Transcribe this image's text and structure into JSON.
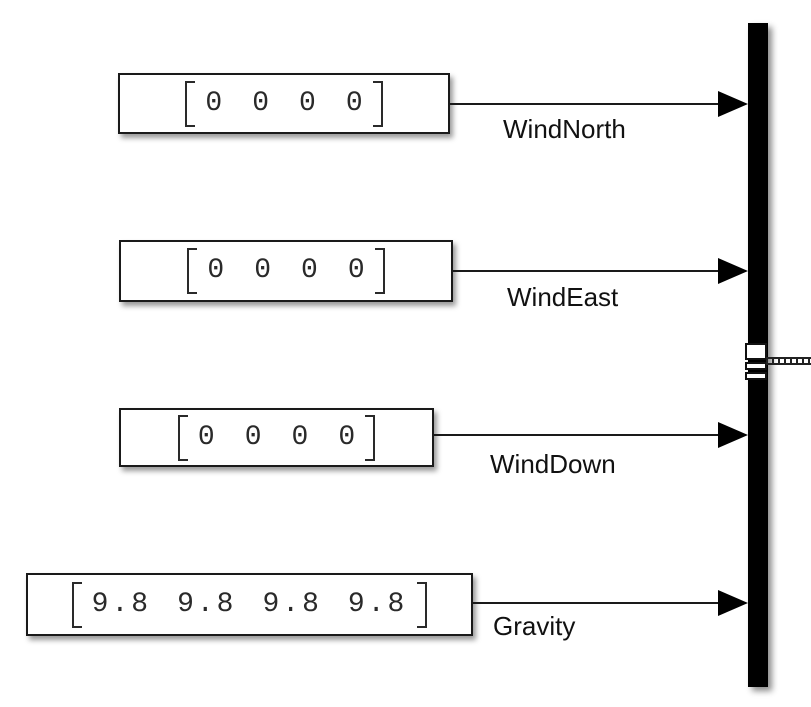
{
  "diagram": {
    "type": "simulink-block-diagram",
    "background": "#ffffff",
    "colors": {
      "block_fill": "#ffffff",
      "block_border": "#1a1a1a",
      "wire": "#1a1a1a",
      "text": "#111111",
      "mux_fill": "#000000"
    },
    "blocks": [
      {
        "values": [
          "0",
          "0",
          "0",
          "0"
        ],
        "signal_label": "WindNorth"
      },
      {
        "values": [
          "0",
          "0",
          "0",
          "0"
        ],
        "signal_label": "WindEast"
      },
      {
        "values": [
          "0",
          "0",
          "0",
          "0"
        ],
        "signal_label": "WindDown"
      },
      {
        "values": [
          "9.8",
          "9.8",
          "9.8",
          "9.8"
        ],
        "signal_label": "Gravity"
      }
    ],
    "mux": {
      "inputs": 4,
      "output_line_style": "dotted"
    }
  }
}
